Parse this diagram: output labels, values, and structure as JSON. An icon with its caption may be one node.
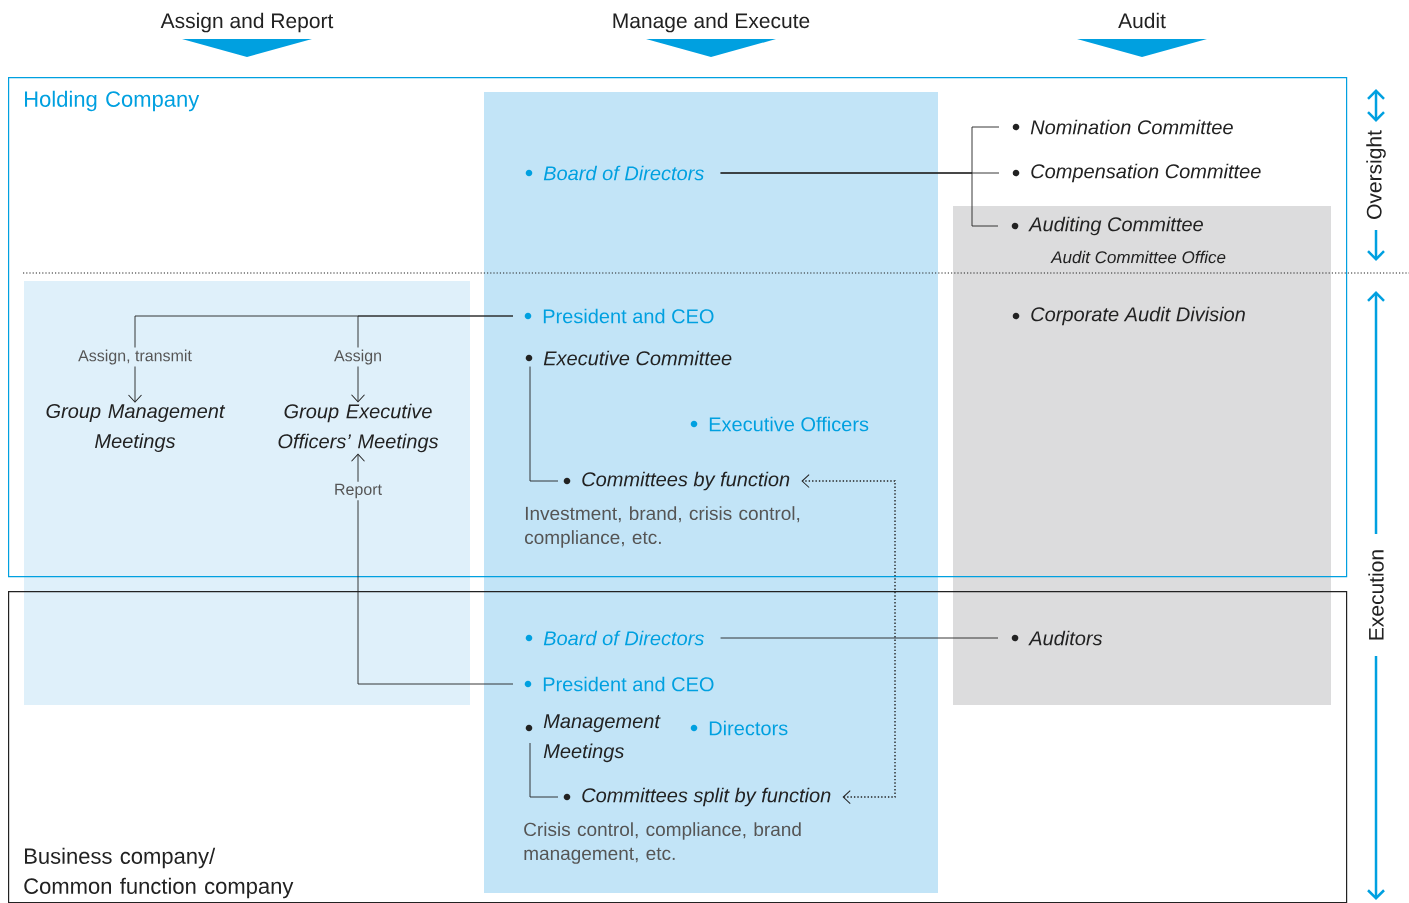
{
  "diagram": {
    "nodes": [
      {
        "text": [
          "Holding Company"
        ]
      },
      {
        "text": [
          "Business company/ Common function company"
        ]
      },
      {
        "text": [
          "Board of Directors"
        ],
        "in": 0
      },
      {
        "text": [
          "Nomination Committee"
        ],
        "in": 0
      },
      {
        "text": [
          "Compensation Committee"
        ],
        "in": 0
      },
      {
        "text": [
          "Auditing Committee"
        ],
        "beside": [
          "Audit Committee Office"
        ],
        "in": 0
      },
      {
        "text": [
          "President and CEO"
        ],
        "in": 0
      },
      {
        "text": [
          "Group Management Meetings"
        ],
        "in": 0
      },
      {
        "text": [
          "Group Executive Officers’ Meetings"
        ],
        "in": 0
      },
      {
        "text": [
          "Executive Committee"
        ],
        "in": 0
      },
      {
        "text": [
          "Executive Officers"
        ],
        "in": 0
      },
      {
        "text": [
          "Committees by function"
        ],
        "beside": [
          "Investment, brand, crisis control, compliance, etc."
        ],
        "in": 0
      },
      {
        "text": [
          "Corporate Audit Division"
        ],
        "in": 0
      },
      {
        "text": [
          "Board of Directors"
        ],
        "in": 1
      },
      {
        "text": [
          "Auditors"
        ],
        "in": 1
      },
      {
        "text": [
          "President and CEO"
        ],
        "in": 1
      },
      {
        "text": [
          "Management Meetings"
        ],
        "in": 1
      },
      {
        "text": [
          "Directors"
        ],
        "in": 1
      },
      {
        "text": [
          "Committees split by function"
        ],
        "beside": [
          "Crisis control, compliance, brand management, etc."
        ],
        "in": 1
      }
    ],
    "edges": [
      {
        "from": 2,
        "to": 3,
        "arrow": "none"
      },
      {
        "from": 2,
        "to": 4,
        "arrow": "none"
      },
      {
        "from": 2,
        "to": 5,
        "arrow": "none"
      },
      {
        "from": 6,
        "to": 7,
        "arrow": "to",
        "label": "Assign, transmit"
      },
      {
        "from": 6,
        "to": 8,
        "arrow": "to",
        "label": "Assign"
      },
      {
        "from": 9,
        "to": 11,
        "arrow": "none"
      },
      {
        "from": 13,
        "to": 14,
        "arrow": "none"
      },
      {
        "from": 15,
        "to": 8,
        "arrow": "to",
        "label": "Report"
      },
      {
        "from": 16,
        "to": 18,
        "arrow": "none"
      },
      {
        "from": 18,
        "to": 11,
        "arrow": "both",
        "style": "dashed"
      }
    ],
    "labels": [
      "Assign and Report",
      "Manage and Execute",
      "Audit",
      "Oversight",
      "Execution"
    ]
  }
}
